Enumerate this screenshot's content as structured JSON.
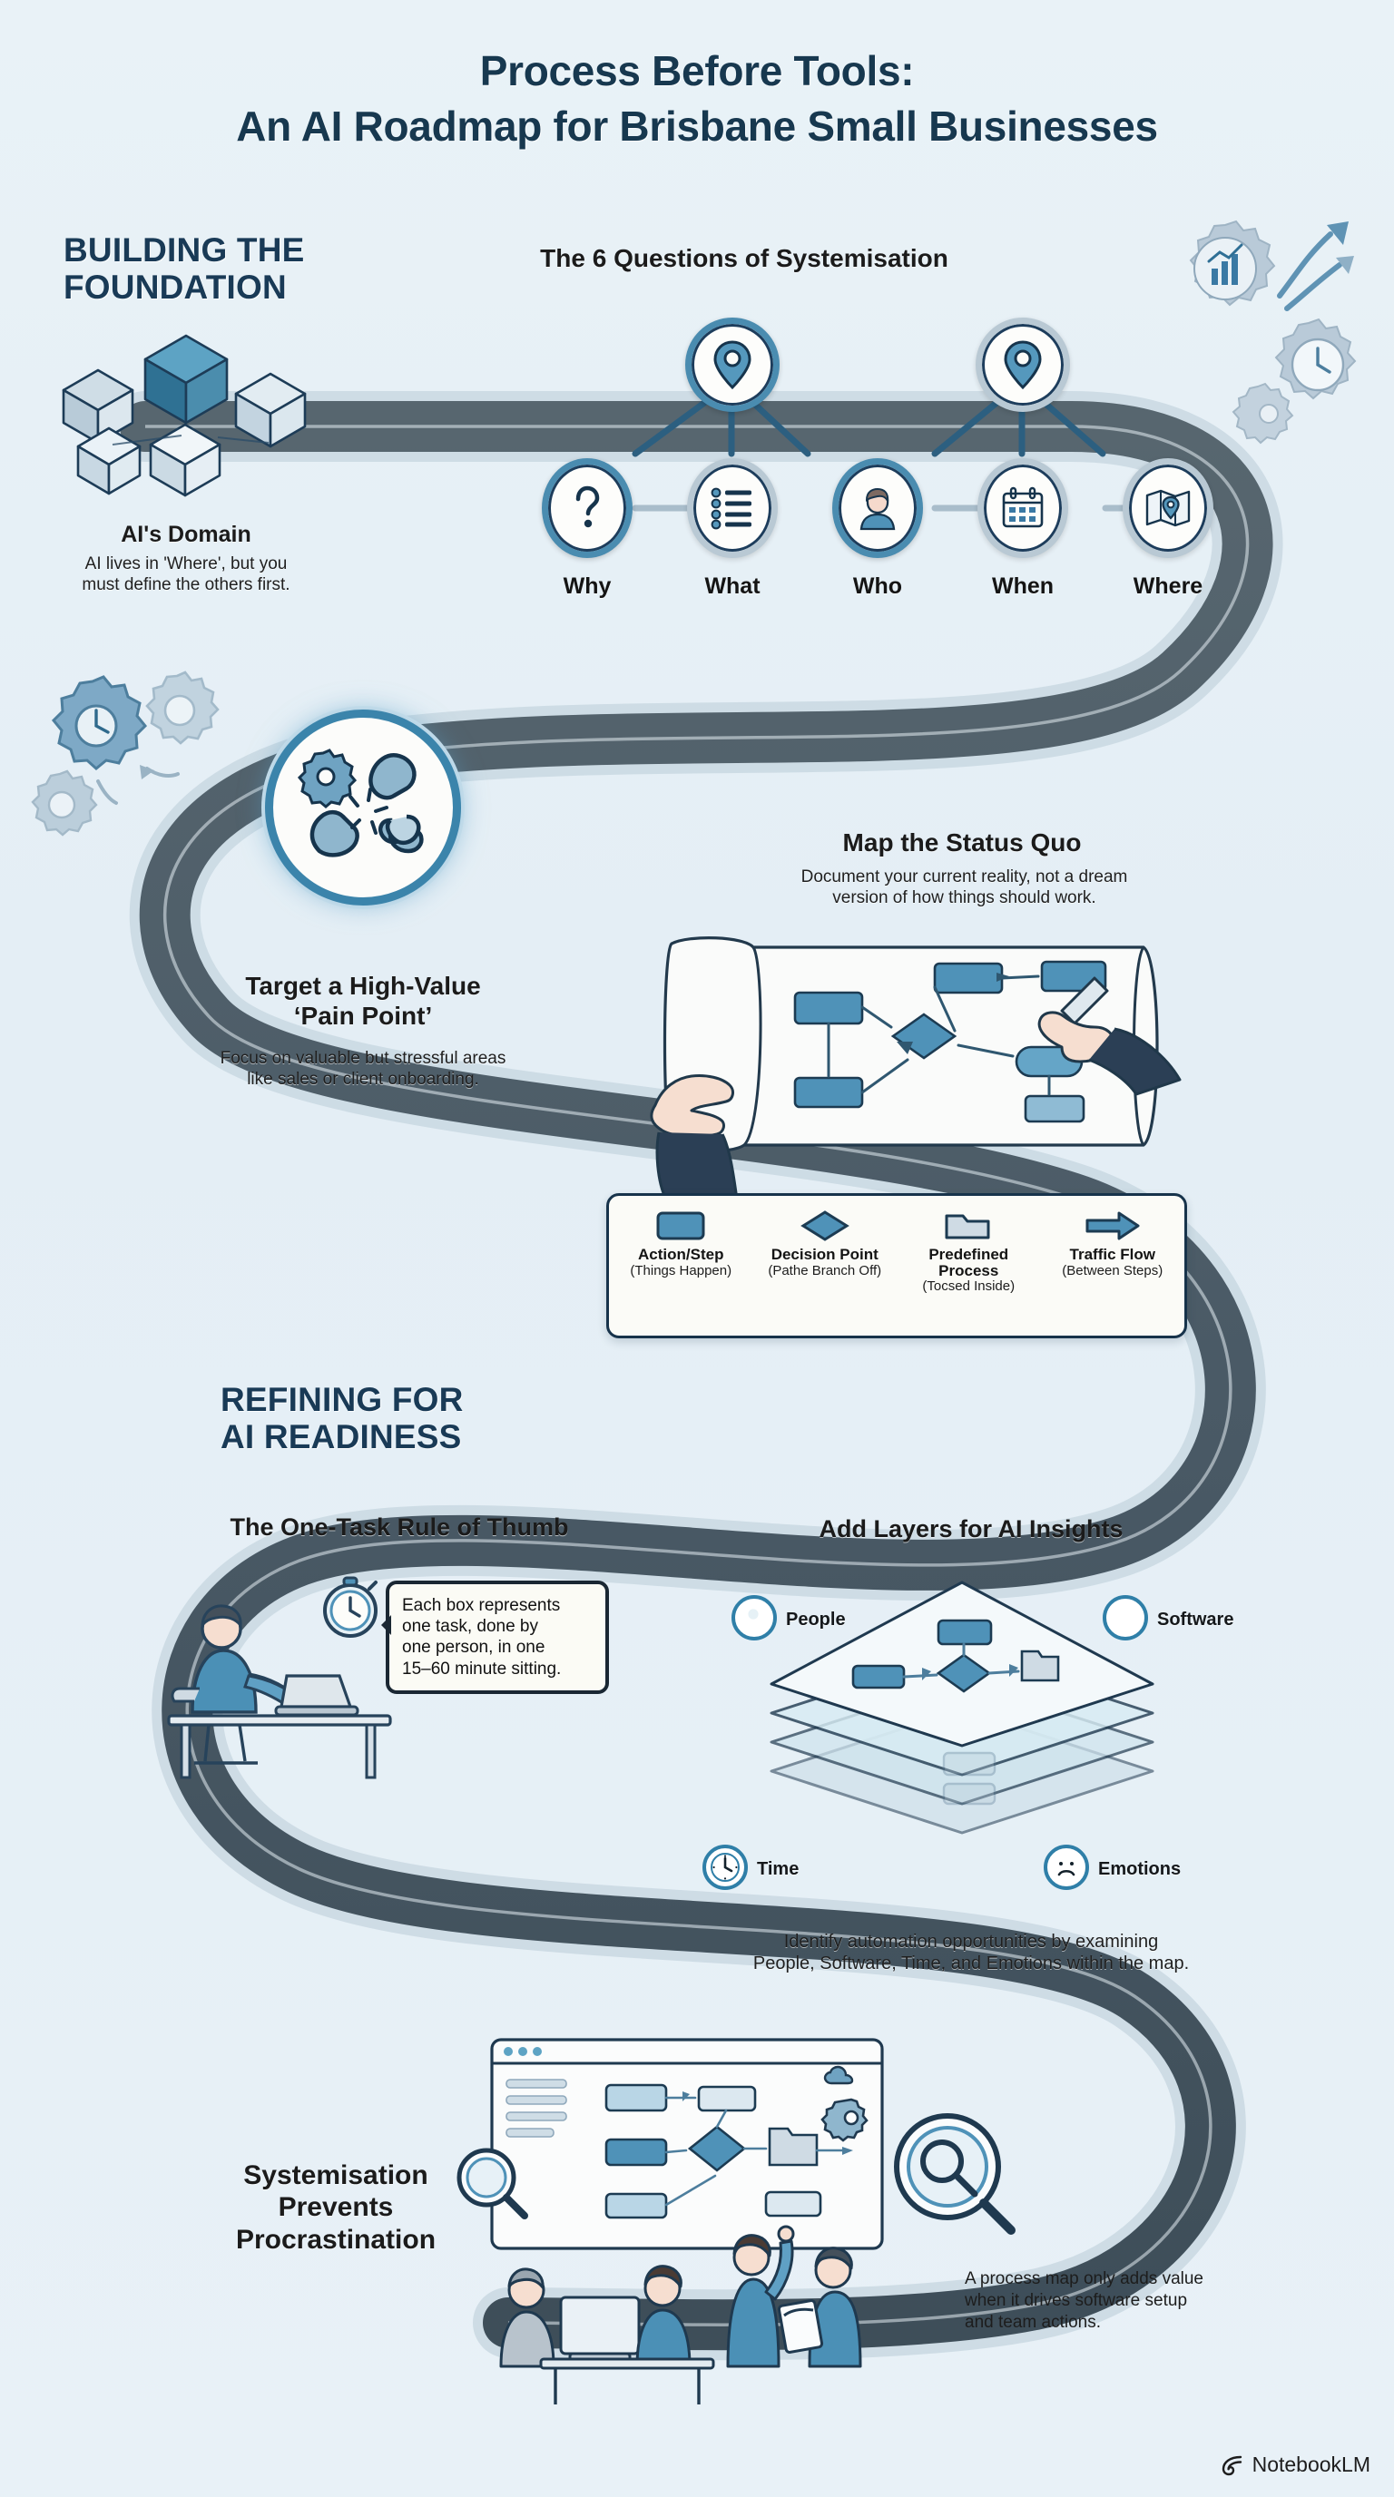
{
  "title": {
    "line1": "Process Before Tools:",
    "line2": "An AI Roadmap for Brisbane Small Businesses"
  },
  "colors": {
    "background": "#e8f1f6",
    "road": "#4a5a66",
    "road_edge": "#2f4150",
    "accent_blue": "#3d86ad",
    "node_blue": "#4a8cb0",
    "deep_navy": "#17384f",
    "box_fill": "#4f92b8",
    "light_steel": "#b9c9d4"
  },
  "sections": {
    "foundation": {
      "heading_line1": "BUILDING THE",
      "heading_line2": "FOUNDATION",
      "domain_title": "AI's Domain",
      "domain_sub_line1": "AI lives in 'Where', but you",
      "domain_sub_line2": "must define the others first.",
      "icon": "isometric-cubes-icon"
    },
    "questions": {
      "heading": "The 6 Questions of Systemisation",
      "top_nodes": [
        {
          "icon": "map-pin-icon",
          "style": "dark"
        },
        {
          "icon": "map-pin-icon",
          "style": "light"
        }
      ],
      "items": [
        {
          "label": "Why",
          "icon": "question-mark-icon",
          "style": "dark"
        },
        {
          "label": "What",
          "icon": "bullet-list-icon",
          "style": "light"
        },
        {
          "label": "Who",
          "icon": "person-icon",
          "style": "dark"
        },
        {
          "label": "When",
          "icon": "calendar-icon",
          "style": "light"
        },
        {
          "label": "Where",
          "icon": "map-location-icon",
          "style": "light"
        }
      ],
      "decor_icons": [
        "gear-chart-icon",
        "growth-arrow-icon",
        "gear-clock-icon",
        "small-gear-icon"
      ]
    },
    "pain_point": {
      "title_line1": "Target a High-Value",
      "title_line2": "‘Pain Point’",
      "sub_line1": "Focus on valuable but stressful areas",
      "sub_line2": "like sales or client onboarding.",
      "icon": "broken-chain-knot-icon",
      "decor_icons": [
        "gear-icon",
        "gear-icon",
        "gear-icon"
      ]
    },
    "status_quo": {
      "title": "Map the Status Quo",
      "sub_line1": "Document your current reality, not a dream",
      "sub_line2": "version of how things should work.",
      "scroll_icon": "hand-drawn-process-map-icon",
      "legend": [
        {
          "shape": "rectangle-shape",
          "name": "Action/Step",
          "note": "(Things Happen)"
        },
        {
          "shape": "diamond-shape",
          "name": "Decision Point",
          "note": "(Pathe Branch Off)"
        },
        {
          "shape": "folder-shape",
          "name": "Predefined Process",
          "note": "(Tocsed Inside)"
        },
        {
          "shape": "arrow-shape",
          "name": "Traffic Flow",
          "note": "(Between Steps)"
        }
      ]
    },
    "refining": {
      "heading_line1": "REFINING FOR",
      "heading_line2": "AI READINESS"
    },
    "one_task": {
      "title": "The One-Task Rule of Thumb",
      "callout_line1": "Each box represents",
      "callout_line2": "one task, done by",
      "callout_line3": "one person, in one",
      "callout_line4": "15–60 minute sitting.",
      "icon": "person-at-desk-icon",
      "secondary_icon": "stopwatch-icon"
    },
    "layers": {
      "title": "Add Layers for AI Insights",
      "badges": [
        {
          "label": "People",
          "icon": "people-icon",
          "position": "top-left"
        },
        {
          "label": "Software",
          "icon": "cloud-icon",
          "position": "top-right"
        },
        {
          "label": "Time",
          "icon": "clock-icon",
          "position": "bottom-left"
        },
        {
          "label": "Emotions",
          "icon": "sad-face-icon",
          "position": "bottom-right"
        }
      ],
      "caption_line1": "Identify automation opportunities by examining",
      "caption_line2": "People, Software, Time, and Emotions within the map."
    },
    "procrastination": {
      "title_line1": "Systemisation",
      "title_line2": "Prevents",
      "title_line3": "Procrastination",
      "caption_line1": "A process map only adds value",
      "caption_line2": "when it drives software setup",
      "caption_line3": "and team actions.",
      "icons": [
        "browser-window-icon",
        "magnifier-icon",
        "gear-icon",
        "team-meeting-icon"
      ]
    }
  },
  "watermark": {
    "label": "NotebookLM",
    "icon": "notebooklm-logo-icon"
  }
}
